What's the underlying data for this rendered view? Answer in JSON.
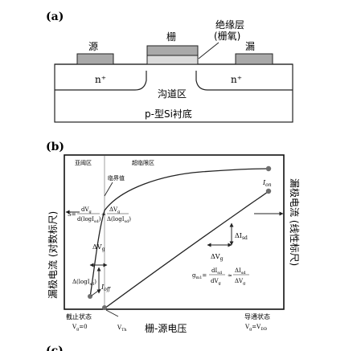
{
  "panel_a": {
    "label": "(a)",
    "source": "源",
    "gate": "栅",
    "drain": "漏",
    "insulator_line1": "绝缘层",
    "insulator_line2": "(栅氧)",
    "n_left": "n⁺",
    "n_right": "n⁺",
    "channel": "沟道区",
    "substrate": "p-型Si衬底"
  },
  "panel_b": {
    "label": "(b)",
    "region_subthreshold": "亚阈区",
    "region_superthreshold": "超临限区",
    "critical_value": "临界值",
    "y_left_label": "漏极电流 (对数标尺)",
    "y_right_label": "漏极电流 (线性标尺)",
    "x_label": "栅-源电压",
    "ion": "I",
    "ion_sub": "on",
    "ioff": "I",
    "ioff_sub": "off",
    "delta_vg_1": "ΔV",
    "delta_vg_1_sub": "g",
    "delta_log_id": "Δ(logI",
    "delta_log_id_sub": "sd",
    "delta_log_id_close": ")",
    "delta_id": "ΔI",
    "delta_id_sub": "sd",
    "delta_vg_2": "ΔV",
    "delta_vg_2_sub": "g",
    "s_prefix": "S=",
    "s_num1": "dV",
    "s_num1_sub": "g",
    "s_den1": "d(logI",
    "s_den1_sub": "sd",
    "s_den1_close": ")",
    "s_approx": "≈",
    "s_num2": "ΔV",
    "s_num2_sub": "g",
    "s_den2": "Δ(logI",
    "s_den2_sub": "sd",
    "s_den2_close": ")",
    "gm_prefix": "g",
    "gm_prefix_sub": "m1",
    "gm_eq": "=",
    "gm_num1": "dI",
    "gm_num1_sub": "sd",
    "gm_den1": "dV",
    "gm_den1_sub": "g",
    "gm_approx": "≈",
    "gm_num2": "ΔI",
    "gm_num2_sub": "sd",
    "gm_den2": "ΔV",
    "gm_den2_sub": "g",
    "cutoff_state": "截止状态",
    "cutoff_vg": "V",
    "cutoff_vg_sub": "g",
    "cutoff_vg_val": "=0",
    "vth": "V",
    "vth_sub": "Th",
    "on_state": "导通状态",
    "on_vg": "V",
    "on_vg_sub": "g",
    "on_vg_eq": "=V",
    "on_vg_val_sub": "DD"
  },
  "bottom_label": "(c)",
  "colors": {
    "metal": "#a9a9a9",
    "oxide": "#dcdcdc",
    "line": "#222222",
    "dot": "#6e6e6e"
  }
}
